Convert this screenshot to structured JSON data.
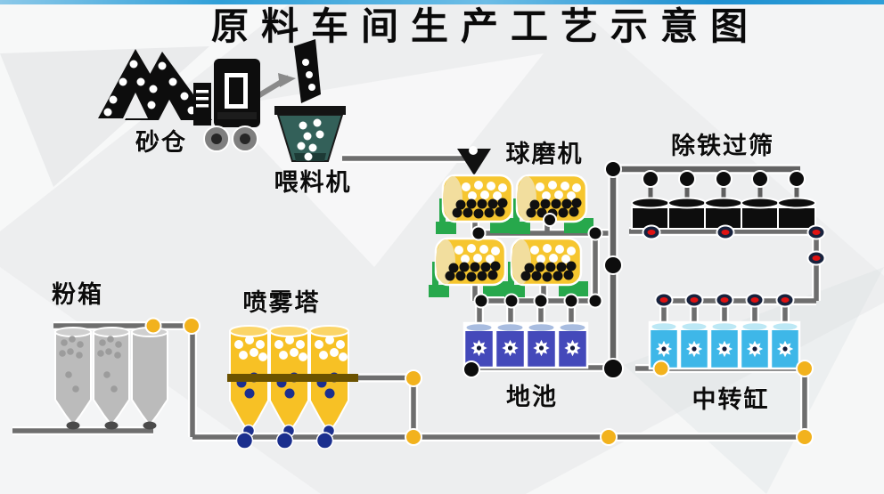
{
  "title": "原料车间生产工艺示意图",
  "labels": {
    "sand_silo": "砂仓",
    "feeder": "喂料机",
    "ball_mill": "球磨机",
    "iron_removal": "除铁过筛",
    "powder_box": "粉箱",
    "spray_tower": "喷雾塔",
    "ground_pool": "地池",
    "transfer_tank": "中转缸"
  },
  "units": {
    "sand_piles": 2,
    "ball_mills": 4,
    "iron_removal_units": 5,
    "ground_pools": 4,
    "transfer_tanks": 5,
    "spray_towers": 3,
    "powder_silos": 3
  },
  "colors": {
    "top_strip_blue": "#2E9FD6",
    "pipe_gray": "#6E6E6E",
    "connector_yellow": "#F2B21D",
    "connector_black": "#0D0D0D",
    "valve_navy": "#17223D",
    "valve_red": "#E01212",
    "mill_yellow": "#F6C62F",
    "mill_cap_yellow": "#F2DE9E",
    "stand_green": "#27A84C",
    "pool_blue": "#4449BA",
    "tank_cyan": "#3EB7E8",
    "tower_yellow": "#F7C125",
    "tower_dot_navy": "#1B2F8E",
    "silo_gray": "#BBBBBB",
    "hopper_teal": "#336059",
    "iron_unit_black": "#0D0D0D",
    "band_brown": "#6B5200",
    "background": "#EDEEEF"
  }
}
